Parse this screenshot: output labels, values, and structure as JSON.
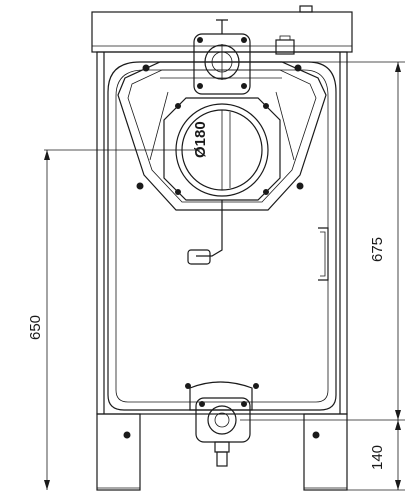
{
  "dimensions": {
    "left_height": "650",
    "right_height": "675",
    "bottom_offset": "140"
  },
  "flue_label": "Ø180"
}
